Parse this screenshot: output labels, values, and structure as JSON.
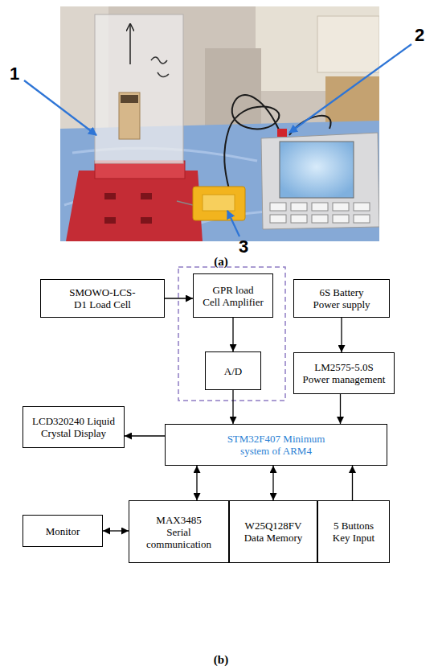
{
  "diagram": {
    "nodes": [
      {
        "text": [
          "SMOWO-LCS-D1 Load Cell"
        ]
      },
      {
        "text": [
          "GPR load Cell Amplifier"
        ]
      },
      {
        "text": [
          "6S Battery Power supply"
        ]
      },
      {
        "text": [
          "A/D"
        ]
      },
      {
        "text": [
          "LM2575-5.0S Power management"
        ]
      },
      {
        "text": [
          "LCD320240 Liquid Crystal Display"
        ]
      },
      {
        "text": [
          "STM32F407 Minimum system of ARM4"
        ]
      },
      {
        "text": [
          "Monitor"
        ]
      },
      {
        "text": [
          "MAX3485 Serial communication"
        ]
      },
      {
        "text": [
          "W25Q128FV Data Memory"
        ]
      },
      {
        "text": [
          "5 Buttons Key Input"
        ]
      }
    ],
    "edges": [
      {
        "from": 0,
        "to": 1,
        "arrow": "to"
      },
      {
        "from": 1,
        "to": 3,
        "arrow": "to"
      },
      {
        "from": 3,
        "to": 6,
        "arrow": "to"
      },
      {
        "from": 2,
        "to": 4,
        "arrow": "to"
      },
      {
        "from": 4,
        "to": 6,
        "arrow": "to"
      },
      {
        "from": 6,
        "to": 5,
        "arrow": "to"
      },
      {
        "from": 8,
        "to": 6,
        "arrow": "both"
      },
      {
        "from": 9,
        "to": 6,
        "arrow": "both"
      },
      {
        "from": 10,
        "to": 6,
        "arrow": "to"
      },
      {
        "from": 7,
        "to": 8,
        "arrow": "both"
      }
    ],
    "labels": [
      "1",
      "2",
      "3",
      "(a)",
      "(b)"
    ]
  }
}
